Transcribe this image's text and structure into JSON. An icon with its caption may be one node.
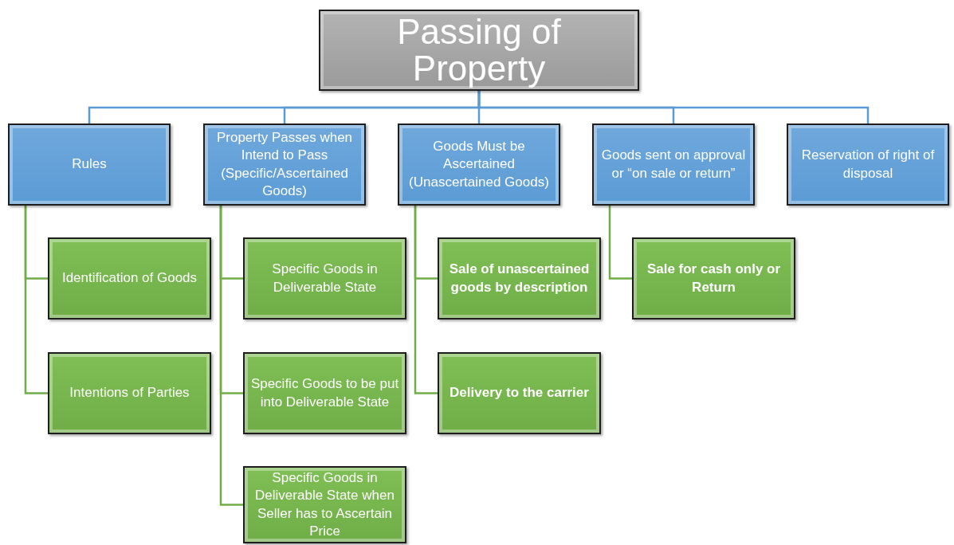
{
  "diagram": {
    "nodes": [
      {
        "text": [
          "Passing of Property"
        ]
      },
      {
        "text": [
          "Rules"
        ]
      },
      {
        "text": [
          "Property Passes when Intend to Pass (Specific/Ascertained Goods)"
        ]
      },
      {
        "text": [
          "Goods Must be Ascertained (Unascertained Goods)"
        ]
      },
      {
        "text": [
          "Goods sent on approval or “on sale or return”"
        ]
      },
      {
        "text": [
          "Reservation of right of disposal"
        ]
      },
      {
        "text": [
          "Identification of Goods"
        ]
      },
      {
        "text": [
          "Intentions of Parties"
        ]
      },
      {
        "text": [
          "Specific Goods in Deliverable State"
        ]
      },
      {
        "text": [
          "Specific Goods to be put into Deliverable State"
        ]
      },
      {
        "text": [
          "Specific Goods in Deliverable State when Seller has to Ascertain Price"
        ]
      },
      {
        "text": [
          "Sale of unascertained goods by description"
        ]
      },
      {
        "text": [
          "Delivery to the carrier"
        ]
      },
      {
        "text": [
          "Sale for cash only or Return"
        ]
      }
    ],
    "edges": [
      {
        "from": 0,
        "to": 1,
        "arrow": "none",
        "color": "#5b9bd5"
      },
      {
        "from": 0,
        "to": 2,
        "arrow": "none",
        "color": "#5b9bd5"
      },
      {
        "from": 0,
        "to": 3,
        "arrow": "none",
        "color": "#5b9bd5"
      },
      {
        "from": 0,
        "to": 4,
        "arrow": "none",
        "color": "#5b9bd5"
      },
      {
        "from": 0,
        "to": 5,
        "arrow": "none",
        "color": "#5b9bd5"
      },
      {
        "from": 1,
        "to": 6,
        "arrow": "none"
      },
      {
        "from": 1,
        "to": 7,
        "arrow": "none"
      },
      {
        "from": 2,
        "to": 8,
        "arrow": "none"
      },
      {
        "from": 2,
        "to": 9,
        "arrow": "none"
      },
      {
        "from": 2,
        "to": 10,
        "arrow": "none"
      },
      {
        "from": 3,
        "to": 11,
        "arrow": "none"
      },
      {
        "from": 3,
        "to": 12,
        "arrow": "none"
      },
      {
        "from": 4,
        "to": 13,
        "arrow": "none"
      }
    ]
  }
}
